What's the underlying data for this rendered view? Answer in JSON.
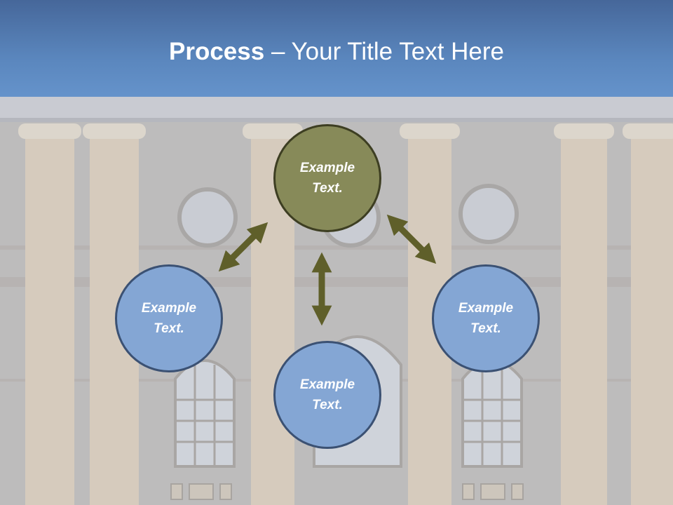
{
  "slide": {
    "title_bold": "Process",
    "title_rest": " – Your Title Text Here",
    "colors": {
      "title_band": "#5a86bd",
      "circle_blue": "#84a6d4",
      "circle_olive": "#878a59",
      "arrow": "#5f5f2a"
    }
  },
  "circles": {
    "top": "Example Text.",
    "left": "Example Text.",
    "right": "Example Text.",
    "bottom": "Example Text."
  }
}
